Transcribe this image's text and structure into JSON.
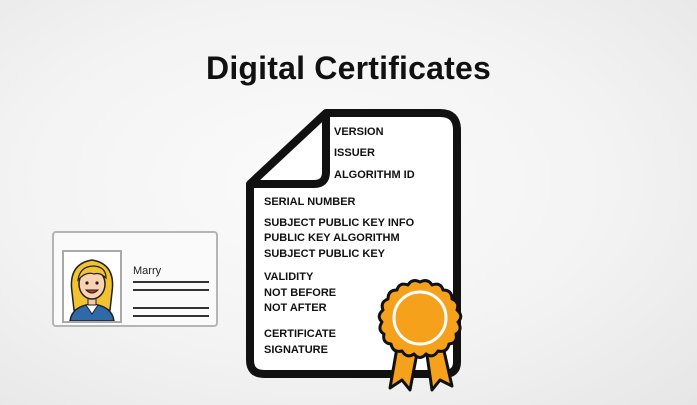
{
  "title": "Digital Certificates",
  "id_card": {
    "name": "Marry"
  },
  "certificate": {
    "header_fields": [
      "VERSION",
      "ISSUER",
      "ALGORITHM ID"
    ],
    "fields": [
      "SERIAL NUMBER",
      "SUBJECT PUBLIC KEY INFO",
      "PUBLIC KEY ALGORITHM",
      "SUBJECT PUBLIC KEY",
      "VALIDITY",
      "NOT BEFORE",
      "NOT AFTER",
      "CERTIFICATE",
      "SIGNATURE"
    ]
  },
  "colors": {
    "seal": "#f5a11c",
    "seal_dark": "#e08a10",
    "ink": "#111111"
  },
  "icons": {
    "person": "woman-avatar-icon",
    "seal": "award-ribbon-icon"
  }
}
